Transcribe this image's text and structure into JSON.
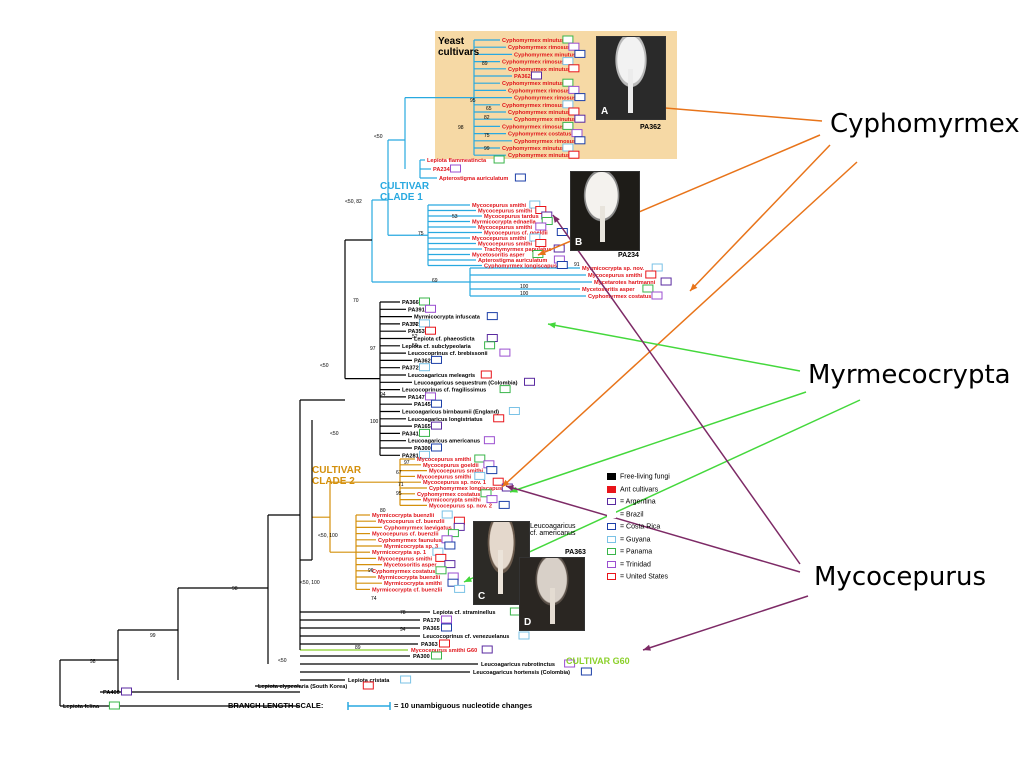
{
  "callouts": {
    "cyphomyrmex": "Cyphomyrmex",
    "myrmecocrypta": "Myrmecocrypta",
    "mycocepurus": "Mycocepurus"
  },
  "clades": {
    "yeast_line1": "Yeast",
    "yeast_line2": "cultivars",
    "clade1_line1": "CULTIVAR",
    "clade1_line2": "CLADE 1",
    "clade2_line1": "CULTIVAR",
    "clade2_line2": "CLADE 2",
    "g60": "CULTIVAR G60"
  },
  "photos": {
    "a_label": "A",
    "a_caption": "PA362",
    "b_label": "B",
    "b_caption": "PA234",
    "c_label": "C",
    "c_caption1": "Leucoagaricus",
    "c_caption2": "cf. americanus",
    "d_label": "D",
    "d_caption": "PA363"
  },
  "legend": {
    "items": [
      {
        "label": "Free-living fungi",
        "color": "#000000"
      },
      {
        "label": "Ant cultivars",
        "color": "#e8141a"
      },
      {
        "label": "= Argentina",
        "color": "#5a2aa0"
      },
      {
        "label": "= Brazil",
        "color": "#ffffff"
      },
      {
        "label": "= Costa Rica",
        "color": "#1c3fa8"
      },
      {
        "label": "= Guyana",
        "color": "#7ac2e6"
      },
      {
        "label": "= Panama",
        "color": "#39b54a"
      },
      {
        "label": "= Trinidad",
        "color": "#9b4fd0"
      },
      {
        "label": "= United States",
        "color": "#e8141a"
      }
    ]
  },
  "scale": {
    "label": "BRANCH LENGTH SCALE:",
    "note": "= 10 unambiguous nucleotide changes"
  },
  "taxa": {
    "yeast": [
      "Cyphomyrmex minutus",
      "Cyphomyrmex rimosus",
      "Cyphomyrmex minutus",
      "Cyphomyrmex rimosus",
      "Cyphomyrmex minutus",
      "PA362",
      "Cyphomyrmex minutus",
      "Cyphomyrmex rimosus",
      "Cyphomyrmex rimosus",
      "Cyphomyrmex rimosus",
      "Cyphomyrmex minutus",
      "Cyphomyrmex minutus",
      "Cyphomyrmex rimosus",
      "Cyphomyrmex costatus",
      "Cyphomyrmex rimosus",
      "Cyphomyrmex minutus",
      "Cyphomyrmex minutus"
    ],
    "clade1": [
      "Lepiota flammeatincta",
      "PA234",
      "Apterostigma auriculatum",
      "Mycocepurus smithi",
      "Mycocepurus smithi",
      "Mycocepurus tardus",
      "Myrmicocrypta ednaella",
      "Mycocepurus smithi",
      "Mycocepurus cf. goeldii",
      "Mycocepurus smithi",
      "Mycocepurus smithi",
      "Trachymyrmex papulatus",
      "Mycetosoritis asper",
      "Apterostigma auriculatum",
      "Cyphomyrmex longiscapus",
      "Myrmicocrypta sp. nov.",
      "Mycocepurus smithi",
      "Mycetarotes hartmanni",
      "Mycetosoritis asper",
      "Cyphomyrmex costatus"
    ],
    "free1": [
      "PA366",
      "PA391",
      "Myrmicocrypta infuscata",
      "PA372",
      "PA353",
      "Lepiota cf. phaeosticta",
      "Lepiota cf. subclypeolaria",
      "Leucocoprinus cf. brebissonii",
      "PA362",
      "PA372",
      "Leucoagaricus meleagris",
      "Leucoagaricus sequestrum (Colombia)",
      "Leucocoprinus cf. fragilissimus",
      "PA147",
      "PA145",
      "Leucoagaricus birnbaumii (England)",
      "Leucoagaricus longistriatus",
      "PA165",
      "PA341",
      "Leucoagaricus americanus",
      "PA300",
      "PA281"
    ],
    "clade2": [
      "Mycocepurus smithi",
      "Mycocepurus goeldii",
      "Mycocepurus smithi",
      "Mycocepurus smithi",
      "Mycocepurus sp. nov. 1",
      "Cyphomyrmex longiscapus",
      "Cyphomyrmex costatus",
      "Myrmicocrypta smithi",
      "Mycocepurus sp. nov. 2",
      "Myrmicocrypta buenzlii",
      "Mycocepurus cf. buenzlii",
      "Cyphomyrmex laevigatus",
      "Mycocepurus cf. buenzlii",
      "Cyphomyrmex faunulus",
      "Myrmicocrypta sp. 3",
      "Myrmicocrypta sp. 1",
      "Mycocepurus smithi",
      "Mycetosoritis asper",
      "Cyphomyrmex costatus",
      "Myrmicocrypta buenzlii",
      "Myrmicocrypta smithi",
      "Myrmicocrypta cf. buenzlii"
    ],
    "base": [
      "Lepiota cf. straminellus",
      "PA170",
      "PA365",
      "Leucocoprinus cf. venezuelanus",
      "PA363",
      "Mycocepurus smithi G60",
      "PA300",
      "Leucoagaricus rubrotinctus",
      "Leucoagaricus hortensis (Colombia)",
      "Lepiota cristata",
      "Lepiota clypeolaria (South Korea)",
      "PA400",
      "Lepiota felina"
    ]
  },
  "support": [
    "89",
    "98",
    "95",
    "65",
    "82",
    "75",
    "99",
    "<50",
    "<50, 82",
    "75",
    "53",
    "100",
    "91",
    "100",
    "69",
    "70",
    "54",
    "52",
    "56",
    "97",
    "<50",
    "94",
    "100",
    "<50",
    "97",
    "95",
    "80",
    "67",
    "71",
    "<50, 100",
    "96",
    "74",
    "78",
    "94",
    "89",
    "<50",
    "98",
    "99",
    "98",
    "<50, 100"
  ],
  "colors": {
    "clade1": "#29a9e0",
    "clade2": "#d4900c",
    "g60": "#8bd02a",
    "ant_text": "#e0141a",
    "yeast_bg": "#f6d9a5",
    "arrow_cypho": "#e8741a",
    "arrow_myrme": "#44d83c",
    "arrow_myco": "#7d2a66"
  }
}
